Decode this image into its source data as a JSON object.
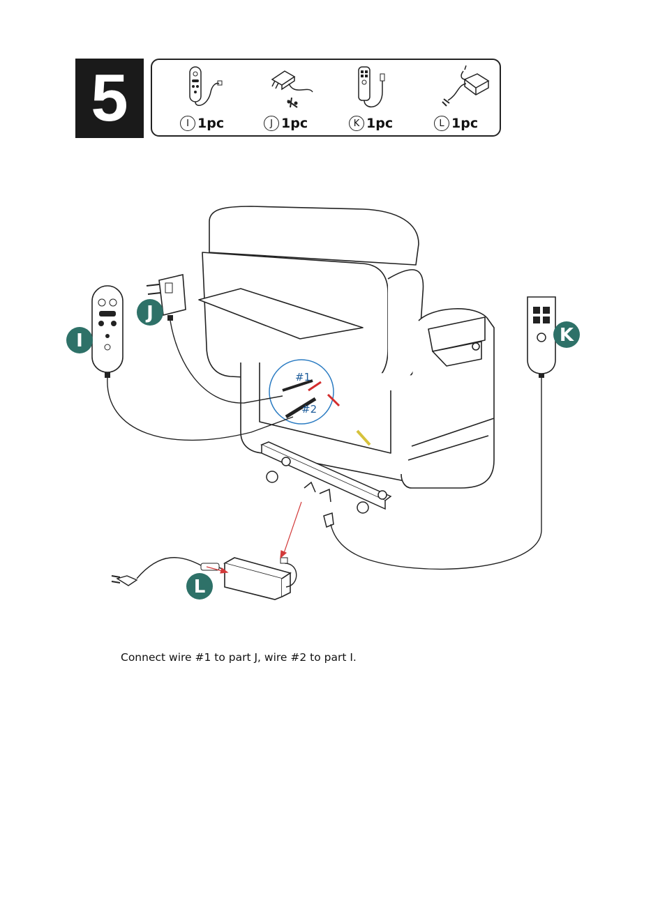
{
  "step": {
    "number": "5"
  },
  "parts": [
    {
      "letter": "I",
      "qty": "1pc",
      "icon": "remote-control-icon"
    },
    {
      "letter": "J",
      "qty": "1pc",
      "icon": "wall-adapter-icon"
    },
    {
      "letter": "K",
      "qty": "1pc",
      "icon": "hand-controller-icon"
    },
    {
      "letter": "L",
      "qty": "1pc",
      "icon": "power-supply-icon"
    }
  ],
  "callouts": {
    "I": "I",
    "J": "J",
    "K": "K",
    "L": "L"
  },
  "wires": {
    "w1": "#1",
    "w2": "#2"
  },
  "instruction": "Connect wire #1 to part J, wire #2 to part I.",
  "colors": {
    "callout": "#2e7168",
    "badge": "#1a1a1a",
    "wire_label": "#1e5d9b",
    "arrow": "#d23a3a"
  }
}
